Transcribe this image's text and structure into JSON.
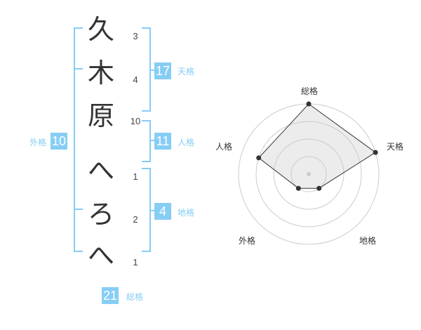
{
  "name": {
    "chars": [
      {
        "char": "久",
        "strokes": "3"
      },
      {
        "char": "木",
        "strokes": "4"
      },
      {
        "char": "原",
        "strokes": "10"
      },
      {
        "char": "へ",
        "strokes": "1"
      },
      {
        "char": "ろ",
        "strokes": "2"
      },
      {
        "char": "へ",
        "strokes": "1"
      }
    ]
  },
  "fortune": {
    "tenkaku": {
      "value": "17",
      "label": "天格"
    },
    "jinkaku": {
      "value": "11",
      "label": "人格"
    },
    "chikaku": {
      "value": "4",
      "label": "地格"
    },
    "gaikaku": {
      "value": "10",
      "label": "外格"
    },
    "soukaku": {
      "value": "21",
      "label": "総格"
    }
  },
  "colors": {
    "accent": "#86cdf5",
    "text": "#333333"
  },
  "chart_data": {
    "type": "radar",
    "axes": [
      "総格",
      "天格",
      "地格",
      "外格",
      "人格"
    ],
    "values": [
      4,
      4,
      1,
      1,
      3
    ],
    "rmax": 4,
    "rings": 4
  }
}
